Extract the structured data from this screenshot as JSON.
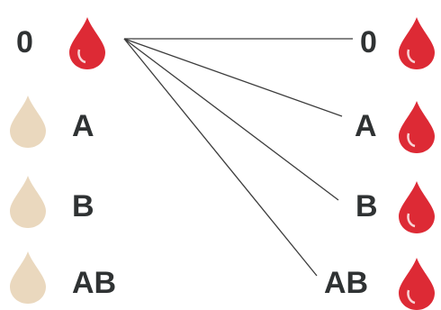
{
  "colors": {
    "donor_active": "#dd2a35",
    "donor_inactive": "#ead8be",
    "recipient": "#dd2a35",
    "text": "#2f3233",
    "line": "#3c3c3c"
  },
  "donors": [
    {
      "label": "0",
      "active": true,
      "icon": "blood-drop-icon"
    },
    {
      "label": "A",
      "active": false,
      "icon": "blood-drop-icon"
    },
    {
      "label": "B",
      "active": false,
      "icon": "blood-drop-icon"
    },
    {
      "label": "AB",
      "active": false,
      "icon": "blood-drop-icon"
    }
  ],
  "recipients": [
    {
      "label": "0",
      "icon": "blood-drop-icon"
    },
    {
      "label": "A",
      "icon": "blood-drop-icon"
    },
    {
      "label": "B",
      "icon": "blood-drop-icon"
    },
    {
      "label": "AB",
      "icon": "blood-drop-icon"
    }
  ],
  "connections": [
    {
      "from": "0",
      "to": "0"
    },
    {
      "from": "0",
      "to": "A"
    },
    {
      "from": "0",
      "to": "B"
    },
    {
      "from": "0",
      "to": "AB"
    }
  ]
}
